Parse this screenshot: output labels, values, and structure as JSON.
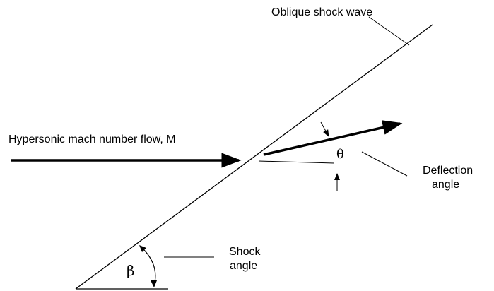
{
  "labels": {
    "oblique_shock_wave": "Oblique shock wave",
    "incoming_flow": "Hypersonic mach number flow, M",
    "deflection_line1": "Deflection",
    "deflection_line2": "angle",
    "shock_line1": "Shock",
    "shock_line2": "angle",
    "theta_symbol": "θ",
    "beta_symbol": "β"
  }
}
